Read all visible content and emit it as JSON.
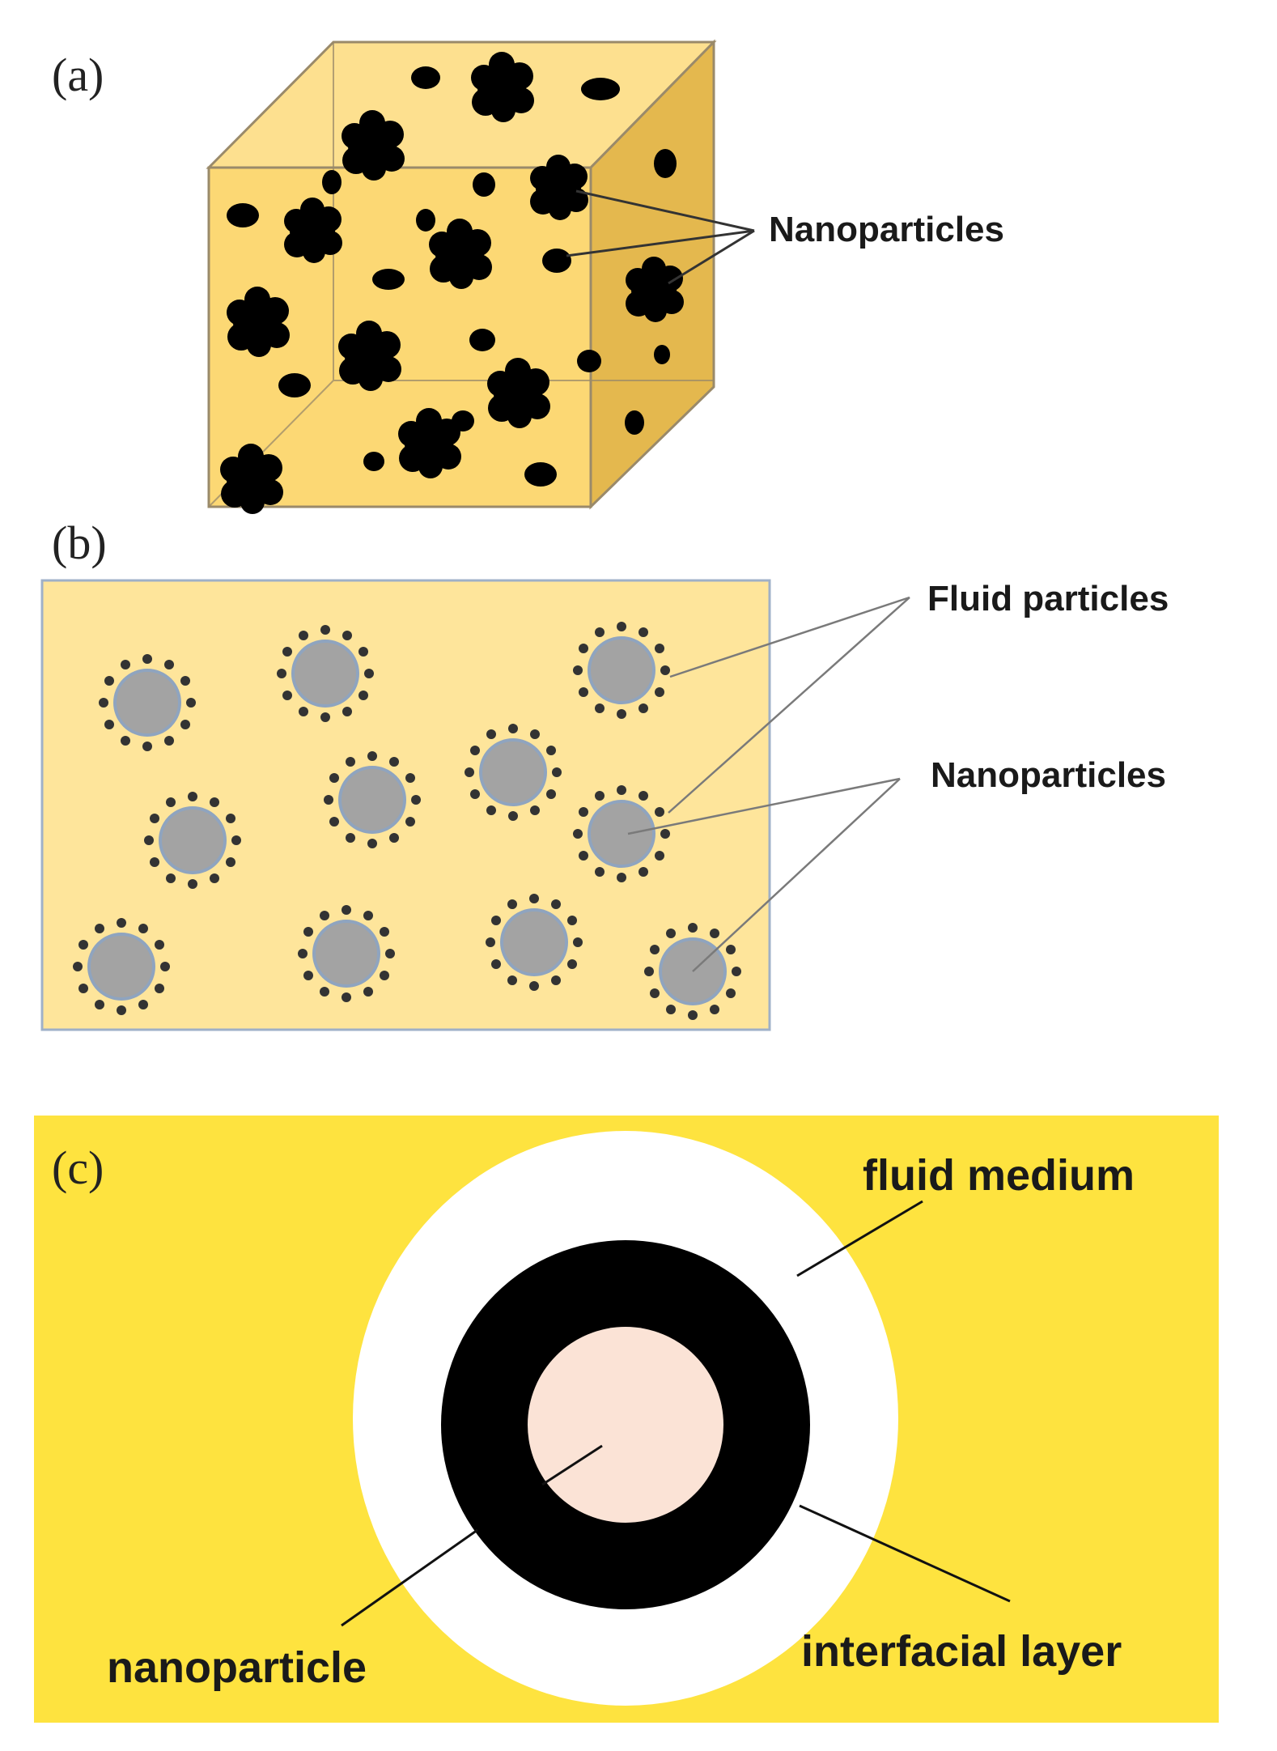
{
  "panels": {
    "a": {
      "tag": "(a)",
      "callout": "Nanoparticles"
    },
    "b": {
      "tag": "(b)",
      "callout_fluid": "Fluid particles",
      "callout_nano": "Nanoparticles"
    },
    "c": {
      "tag": "(c)",
      "label_fluid": "fluid medium",
      "label_nano": "nanoparticle",
      "label_layer": "interfacial layer"
    }
  },
  "colors": {
    "cube_front": "#fcd874",
    "cube_top": "#fde08f",
    "cube_side": "#e4b84e",
    "cube_edge": "#9a8a6a",
    "particle_dark": "#000000",
    "rect_fill": "#fee59b",
    "rect_stroke": "#9fb0c8",
    "grey_particle": "#a3a3a3",
    "grey_particle_stroke": "#8fa4bf",
    "c_background": "#fee33f",
    "c_outer_ring": "#ffffff",
    "c_layer": "#000000",
    "c_core": "#fbe3d6"
  }
}
